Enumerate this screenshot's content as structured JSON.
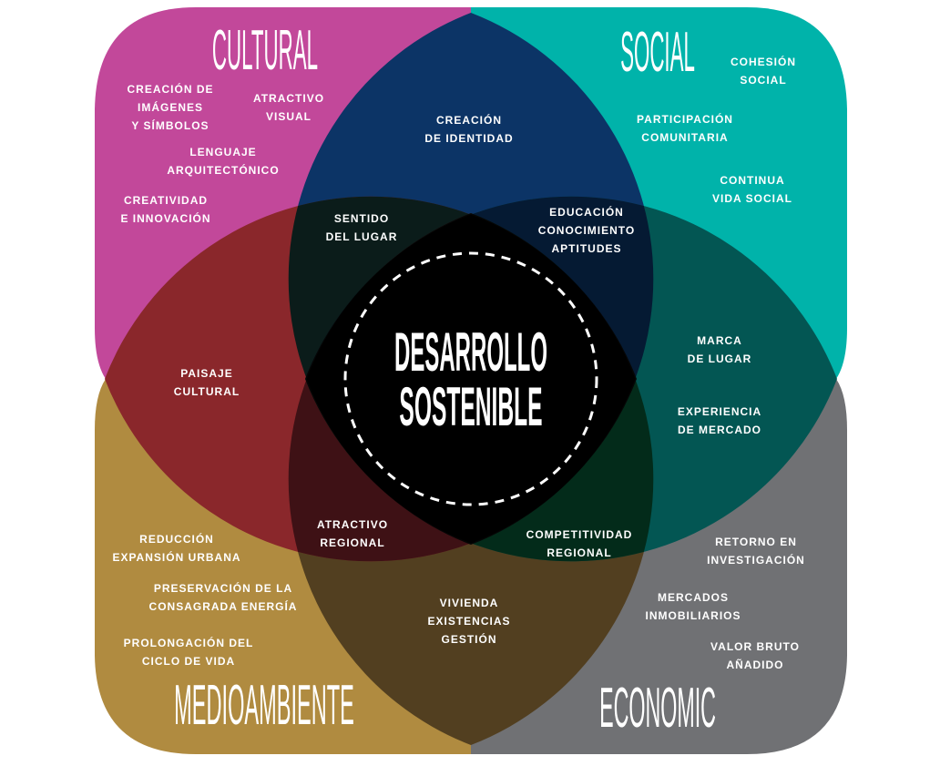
{
  "center": {
    "line1": "DESARROLLO",
    "line2": "SOSTENIBLE"
  },
  "titles": {
    "cultural": "CULTURAL",
    "social": "SOCIAL",
    "environment": "MEDIOAMBIENTE",
    "economic": "ECONOMIC"
  },
  "colors": {
    "cultural": "#c2489a",
    "social": "#00b3aa",
    "environment": "#b08b40",
    "economic": "#707174",
    "top_lens": "#0c3466",
    "left_lens": "#8a272b",
    "right_lens": "#035653",
    "bottom_lens": "#523f20"
  },
  "labels": {
    "imagenes": [
      "CREACIÓN DE",
      "IMÁGENES",
      "Y SÍMBOLOS"
    ],
    "atractivo_visual": [
      "ATRACTIVO",
      "VISUAL"
    ],
    "lenguaje": [
      "LENGUAJE",
      "ARQUITECTÓNICO"
    ],
    "creatividad": [
      "CREATIVIDAD",
      "E INNOVACIÓN"
    ],
    "identidad": [
      "CREACIÓN",
      "DE IDENTIDAD"
    ],
    "sentido": [
      "SENTIDO",
      "DEL LUGAR"
    ],
    "educacion": [
      "EDUCACIÓN",
      "CONOCIMIENTO",
      "APTITUDES"
    ],
    "cohesion": [
      "COHESIÓN",
      "SOCIAL"
    ],
    "participacion": [
      "PARTICIPACIÓN",
      "COMUNITARIA"
    ],
    "continua": [
      "CONTINUA",
      "VIDA SOCIAL"
    ],
    "paisaje": [
      "PAISAJE",
      "CULTURAL"
    ],
    "marca": [
      "MARCA",
      "DE LUGAR"
    ],
    "experiencia": [
      "EXPERIENCIA",
      "DE MERCADO"
    ],
    "atractivo_regional": [
      "ATRACTIVO",
      "REGIONAL"
    ],
    "competitividad": [
      "COMPETITIVIDAD",
      "REGIONAL"
    ],
    "reduccion": [
      "REDUCCIÓN",
      "EXPANSIÓN URBANA"
    ],
    "preservacion": [
      "PRESERVACIÓN DE LA",
      "CONSAGRADA ENERGÍA"
    ],
    "prolongacion": [
      "PROLONGACIÓN DEL",
      "CICLO DE VIDA"
    ],
    "vivienda": [
      "VIVIENDA",
      "EXISTENCIAS",
      "GESTIÓN"
    ],
    "retorno": [
      "RETORNO EN",
      "INVESTIGACIÓN"
    ],
    "mercados": [
      "MERCADOS",
      "INMOBILIARIOS"
    ],
    "valor": [
      "VALOR BRUTO",
      "AÑADIDO"
    ]
  }
}
